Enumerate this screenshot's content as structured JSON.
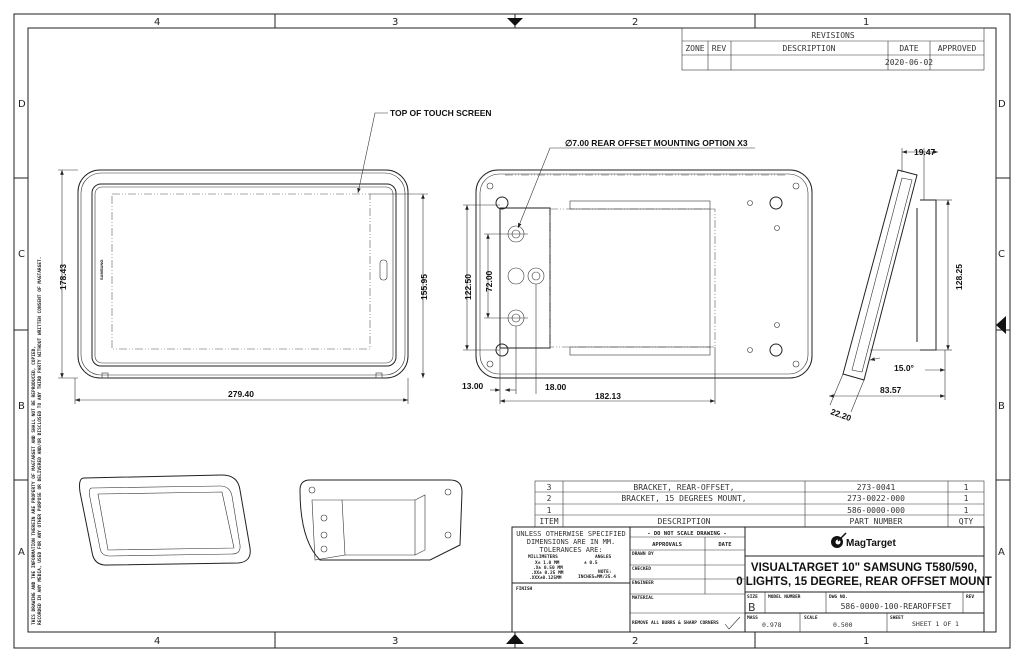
{
  "zones": {
    "columns": [
      "4",
      "3",
      "2",
      "1"
    ],
    "rows": [
      "D",
      "C",
      "B",
      "A"
    ]
  },
  "revisions": {
    "title": "REVISIONS",
    "headers": [
      "ZONE",
      "REV",
      "DESCRIPTION",
      "DATE",
      "APPROVED"
    ],
    "rows": [
      {
        "zone": "",
        "rev": "",
        "description": "",
        "date": "2020-06-02",
        "approved": ""
      }
    ]
  },
  "annotations": {
    "top_of_touch_screen": "TOP OF TOUCH SCREEN",
    "mounting_option": "∅7.00 REAR OFFSET MOUNTING OPTION X3",
    "brand_on_device": "SAMSUNG"
  },
  "dimensions": {
    "front_width": "279.40",
    "front_height": "178.43",
    "screen_height": "155.95",
    "hole_span": "122.50",
    "hole_spacing": "72.00",
    "edge_offset": "13.00",
    "hole_offset": "18.00",
    "bracket_width": "182.13",
    "side_depth": "19.47",
    "side_height": "128.25",
    "angle": "15.0°",
    "base_depth": "83.57",
    "thickness": "22.20"
  },
  "bom": {
    "headers": [
      "ITEM",
      "DESCRIPTION",
      "PART NUMBER",
      "QTY"
    ],
    "rows": [
      {
        "item": "3",
        "description": "BRACKET, REAR-OFFSET,",
        "part": "273-0041",
        "qty": "1"
      },
      {
        "item": "2",
        "description": "BRACKET, 15 DEGREES MOUNT,",
        "part": "273-0022-000",
        "qty": "1"
      },
      {
        "item": "1",
        "description": "",
        "part": "586-0000-000",
        "qty": "1"
      }
    ]
  },
  "title_block": {
    "tolerances": [
      "UNLESS OTHERWISE SPECIFIED",
      "DIMENSIONS ARE IN MM.",
      "TOLERANCES ARE:"
    ],
    "tol_millimeters": "MILLIMETERS",
    "tol_angles": "ANGLES",
    "tol_lines": [
      "X± 1.0  MM",
      ".X± 0.50 MM",
      ".XX± 0.25 MM",
      ".XXX±0.125MM"
    ],
    "tol_angle_value": "± 0.5",
    "note": "NOTE:",
    "note_value": "INCHES=MM/25.4",
    "finish": "FINISH",
    "do_not_scale": "- DO NOT SCALE DRAWING -",
    "approvals": "APPROVALS",
    "date": "DATE",
    "drawn_by": "DRAWN BY",
    "checked": "CHECKED",
    "engineer": "ENGINEER",
    "material": "MATERIAL",
    "remove_burrs": "REMOVE ALL BURRS & SHARP CORNERS",
    "logo_text": "MagTarget",
    "title_line1": "VISUALTARGET 10\" SAMSUNG T580/590,",
    "title_line2": "0 LIGHTS, 15 DEGREE, REAR OFFSET MOUNT",
    "size_label": "SIZE",
    "size": "B",
    "model_number_label": "MODEL NUMBER",
    "dwg_no_label": "DWG NO.",
    "dwg_no": "586-0000-100-REAROFFSET",
    "rev_label": "REV",
    "mass_label": "MASS",
    "mass": "0.978",
    "scale_label": "SCALE",
    "scale": "0.500",
    "sheet_label": "SHEET",
    "sheet": "SHEET 1 OF 1"
  },
  "proprietary_notice": [
    "THIS DRAWING AND THE INFORMATION THEREIN ARE PROPERTY OF MAGTARGET AND SHALL NOT BE REPRODUCED, COPIED,",
    "RECORDED IN ANY MEDIA, USED FOR ANY OTHER PURPOSE OR DELIVERED AND/OR DISCLOSED TO ANY THIRD PARTY WITHOUT WRITTEN CONSENT OF MAGTARGET."
  ]
}
